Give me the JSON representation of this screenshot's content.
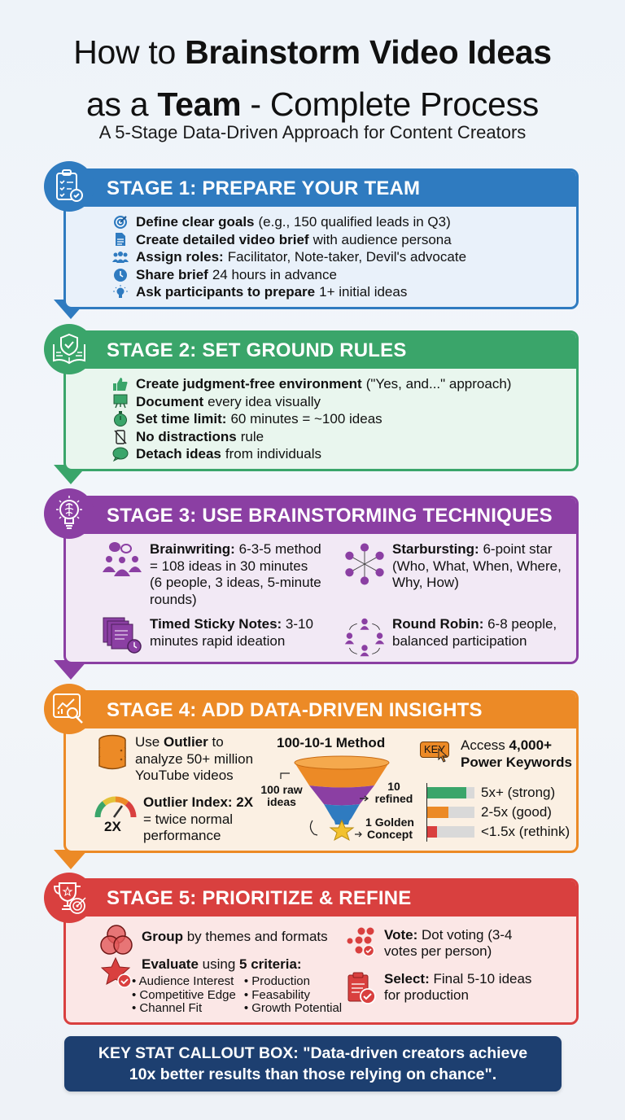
{
  "header": {
    "title_line1_prefix": "How to ",
    "title_line1_bold": "Brainstorm Video Ideas",
    "title_line2_prefix": "as a ",
    "title_line2_bold": "Team",
    "title_line2_suffix": " - Complete Process",
    "subtitle": "A 5-Stage Data-Driven Approach for Content Creators"
  },
  "colors": {
    "stage1": "#2f7bc0",
    "stage2": "#3aa56a",
    "stage3": "#8b3fa3",
    "stage4": "#ec8a26",
    "stage5": "#d9403f",
    "callout": "#1d3f70"
  },
  "stages": [
    {
      "title": "STAGE 1: PREPARE YOUR TEAM",
      "icon": "clipboard-check-icon",
      "items": [
        {
          "icon": "target-icon",
          "bold": "Define clear goals",
          "text": "(e.g., 150 qualified leads in Q3)"
        },
        {
          "icon": "document-icon",
          "bold": "Create detailed video brief",
          "text": "with audience persona"
        },
        {
          "icon": "people-icon",
          "bold": "Assign roles:",
          "text": "Facilitator, Note-taker, Devil's advocate"
        },
        {
          "icon": "clock-icon",
          "bold": "Share brief",
          "text": "24 hours in advance"
        },
        {
          "icon": "lightbulb-icon",
          "bold": "Ask participants to prepare",
          "text": "1+ initial ideas"
        }
      ]
    },
    {
      "title": "STAGE 2: SET GROUND RULES",
      "icon": "shield-book-icon",
      "items": [
        {
          "icon": "thumbs-up-icon",
          "bold": "Create judgment-free environment",
          "text": "(\"Yes, and...\" approach)"
        },
        {
          "icon": "easel-icon",
          "bold": "Document",
          "text": "every idea visually"
        },
        {
          "icon": "stopwatch-icon",
          "bold": "Set time limit:",
          "text": "60 minutes = ~100 ideas"
        },
        {
          "icon": "no-phone-icon",
          "bold": "No distractions",
          "text": "rule"
        },
        {
          "icon": "speech-bubble-icon",
          "bold": "Detach ideas",
          "text": "from individuals"
        }
      ]
    },
    {
      "title": "STAGE 3: USE BRAINSTORMING TECHNIQUES",
      "icon": "brain-bulb-icon",
      "techniques": [
        {
          "icon": "group-chat-icon",
          "bold": "Brainwriting:",
          "lines": [
            "6-3-5 method",
            "= 108 ideas in 30 minutes",
            "(6 people, 3 ideas, 5-minute",
            "rounds)"
          ]
        },
        {
          "icon": "starburst-icon",
          "bold": "Starbursting:",
          "lines": [
            "6-point star",
            "(Who, What, When, Where,",
            "Why, How)"
          ]
        },
        {
          "icon": "sticky-notes-timer-icon",
          "bold": "Timed Sticky Notes:",
          "lines": [
            "3-10",
            "minutes rapid ideation"
          ]
        },
        {
          "icon": "round-robin-icon",
          "bold": "Round Robin:",
          "lines": [
            "6-8 people,",
            "balanced participation"
          ]
        }
      ]
    },
    {
      "title": "STAGE 4: ADD DATA-DRIVEN INSIGHTS",
      "icon": "analytics-search-icon",
      "outlier": {
        "pre": "Use ",
        "bold": "Outlier",
        "post": " to",
        "line2": "analyze 50+ million",
        "line3": "YouTube videos"
      },
      "index": {
        "gauge_label": "2X",
        "bold": "Outlier Index: 2X",
        "line2": "= twice normal",
        "line3": "performance"
      },
      "method": {
        "title": "100-10-1 Method",
        "raw_label_1": "100 raw",
        "raw_label_2": "ideas",
        "refined_1": "10",
        "refined_2": "refined",
        "golden_1": "1 Golden",
        "golden_2": "Concept"
      },
      "keywords": {
        "key_badge": "KEY",
        "pre": "Access ",
        "bold1": "4,000+",
        "bold2": "Power Keywords"
      },
      "scale": [
        {
          "label": "5x+ (strong)",
          "fill_pct": 82,
          "color": "#3aa56a"
        },
        {
          "label": "2-5x (good)",
          "fill_pct": 45,
          "color": "#ec8a26"
        },
        {
          "label": "<1.5x (rethink)",
          "fill_pct": 20,
          "color": "#d9403f"
        }
      ]
    },
    {
      "title": "STAGE 5: PRIORITIZE & REFINE",
      "icon": "trophy-target-icon",
      "group": {
        "bold": "Group",
        "text": " by themes and formats"
      },
      "evaluate": {
        "bold1": "Evaluate",
        "mid": " using ",
        "bold2": "5 criteria:",
        "criteria": [
          "Audience Interest",
          "Production",
          "Competitive Edge",
          "Feasability",
          "Channel Fit",
          "Growth Potential"
        ]
      },
      "vote": {
        "bold": "Vote:",
        "line1": " Dot voting (3-4",
        "line2": "votes per person)"
      },
      "select": {
        "bold": "Select:",
        "line1": " Final 5-10 ideas",
        "line2": "for production"
      }
    }
  ],
  "callout": {
    "line1": "KEY STAT CALLOUT BOX: \"Data-driven creators achieve",
    "line2": "10x better results than those relying on chance\"."
  }
}
